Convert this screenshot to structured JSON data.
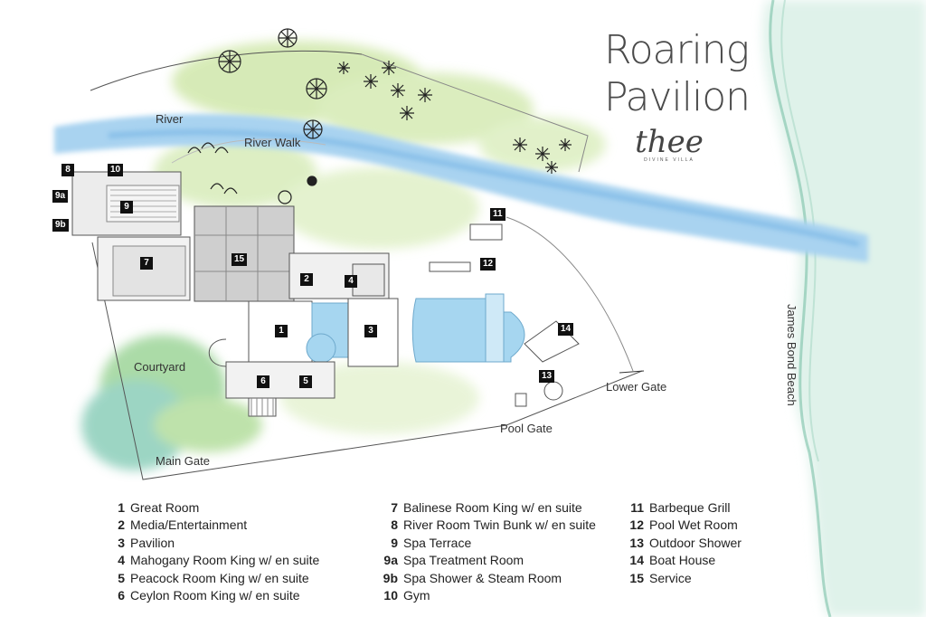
{
  "title": {
    "line1": "Roaring",
    "line2": "Pavilion"
  },
  "brand": {
    "name": "thee",
    "tagline": "DIVINE VILLA"
  },
  "map_labels": {
    "river": "River",
    "river_walk": "River Walk",
    "courtyard": "Courtyard",
    "main_gate": "Main Gate",
    "pool_gate": "Pool Gate",
    "lower_gate": "Lower Gate",
    "beach": "James Bond Beach"
  },
  "markers": {
    "m1": "1",
    "m2": "2",
    "m3": "3",
    "m4": "4",
    "m5": "5",
    "m6": "6",
    "m7": "7",
    "m8": "8",
    "m9": "9",
    "m9a": "9a",
    "m9b": "9b",
    "m10": "10",
    "m11": "11",
    "m12": "12",
    "m13": "13",
    "m14": "14",
    "m15": "15"
  },
  "legend": {
    "col1": [
      {
        "num": "1",
        "label": "Great Room"
      },
      {
        "num": "2",
        "label": "Media/Entertainment"
      },
      {
        "num": "3",
        "label": "Pavilion"
      },
      {
        "num": "4",
        "label": "Mahogany Room King w/ en suite"
      },
      {
        "num": "5",
        "label": "Peacock Room King  w/ en suite"
      },
      {
        "num": "6",
        "label": "Ceylon Room King  w/ en suite"
      }
    ],
    "col2": [
      {
        "num": "7",
        "label": "Balinese Room King  w/ en suite"
      },
      {
        "num": "8",
        "label": "River Room Twin Bunk w/ en suite"
      },
      {
        "num": "9",
        "label": "Spa Terrace"
      },
      {
        "num": "9a",
        "label": "Spa Treatment Room"
      },
      {
        "num": "9b",
        "label": "Spa Shower & Steam Room"
      },
      {
        "num": "10",
        "label": "Gym"
      }
    ],
    "col3": [
      {
        "num": "11",
        "label": "Barbeque Grill"
      },
      {
        "num": "12",
        "label": "Pool Wet Room"
      },
      {
        "num": "13",
        "label": "Outdoor Shower"
      },
      {
        "num": "14",
        "label": "Boat House"
      },
      {
        "num": "15",
        "label": "Service"
      }
    ]
  },
  "colors": {
    "river": "#8fc3ea",
    "greenery": "#b9dd8a",
    "pool": "#a6d6f0",
    "building": "#c8c8c8",
    "sea": "#a8dcc8"
  }
}
